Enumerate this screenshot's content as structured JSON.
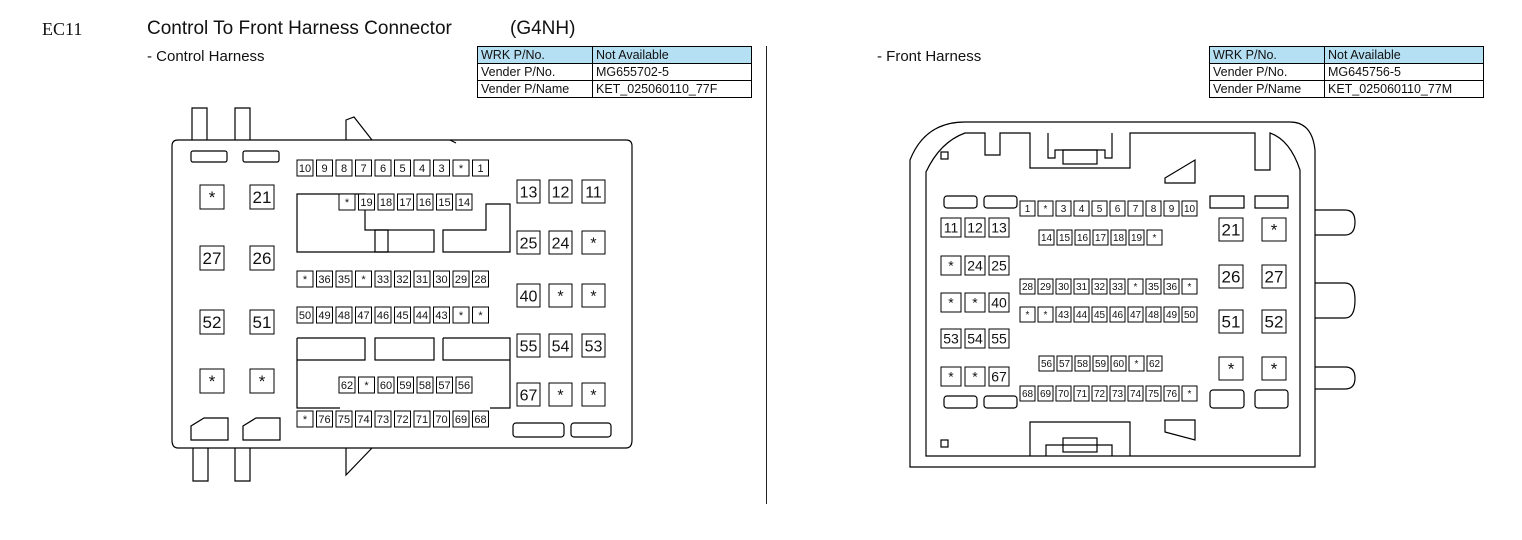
{
  "header": {
    "code": "EC11",
    "title": "Control To Front Harness Connector",
    "model": "(G4NH)"
  },
  "control": {
    "subtitle": "- Control Harness",
    "spec": [
      {
        "label": "WRK P/No.",
        "value": "Not Available"
      },
      {
        "label": "Vender P/No.",
        "value": "MG655702-5"
      },
      {
        "label": "Vender P/Name",
        "value": "KET_025060110_77F"
      }
    ],
    "pins": {
      "row1": [
        "10",
        "9",
        "8",
        "7",
        "6",
        "5",
        "4",
        "3",
        "*",
        "1"
      ],
      "row2": [
        "*",
        "19",
        "18",
        "17",
        "16",
        "15",
        "14"
      ],
      "row3": [
        "*",
        "36",
        "35",
        "*",
        "33",
        "32",
        "31",
        "30",
        "29",
        "28"
      ],
      "row4": [
        "50",
        "49",
        "48",
        "47",
        "46",
        "45",
        "44",
        "43",
        "*",
        "*"
      ],
      "row5": [
        "62",
        "*",
        "60",
        "59",
        "58",
        "57",
        "56"
      ],
      "row6": [
        "*",
        "76",
        "75",
        "74",
        "73",
        "72",
        "71",
        "70",
        "69",
        "68"
      ],
      "left_big": [
        "*",
        "21",
        "27",
        "26",
        "52",
        "51",
        "*",
        "*"
      ],
      "right_big": [
        "13",
        "12",
        "11",
        "25",
        "24",
        "*",
        "40",
        "*",
        "*",
        "55",
        "54",
        "53",
        "67",
        "*",
        "*"
      ]
    }
  },
  "front": {
    "subtitle": "- Front Harness",
    "spec": [
      {
        "label": "WRK P/No.",
        "value": "Not Available"
      },
      {
        "label": "Vender P/No.",
        "value": "MG645756-5"
      },
      {
        "label": "Vender P/Name",
        "value": "KET_025060110_77M"
      }
    ],
    "pins": {
      "row1": [
        "1",
        "*",
        "3",
        "4",
        "5",
        "6",
        "7",
        "8",
        "9",
        "10"
      ],
      "row2": [
        "14",
        "15",
        "16",
        "17",
        "18",
        "19",
        "*"
      ],
      "row3": [
        "28",
        "29",
        "30",
        "31",
        "32",
        "33",
        "*",
        "35",
        "36",
        "*"
      ],
      "row4": [
        "*",
        "*",
        "43",
        "44",
        "45",
        "46",
        "47",
        "48",
        "49",
        "50"
      ],
      "row5": [
        "56",
        "57",
        "58",
        "59",
        "60",
        "*",
        "62"
      ],
      "row6": [
        "68",
        "69",
        "70",
        "71",
        "72",
        "73",
        "74",
        "75",
        "76",
        "*"
      ],
      "left_big": [
        "11",
        "12",
        "13",
        "*",
        "24",
        "25",
        "*",
        "*",
        "40",
        "53",
        "54",
        "55",
        "*",
        "*",
        "67"
      ],
      "right_big": [
        "21",
        "*",
        "26",
        "27",
        "51",
        "52",
        "*",
        "*"
      ]
    }
  }
}
